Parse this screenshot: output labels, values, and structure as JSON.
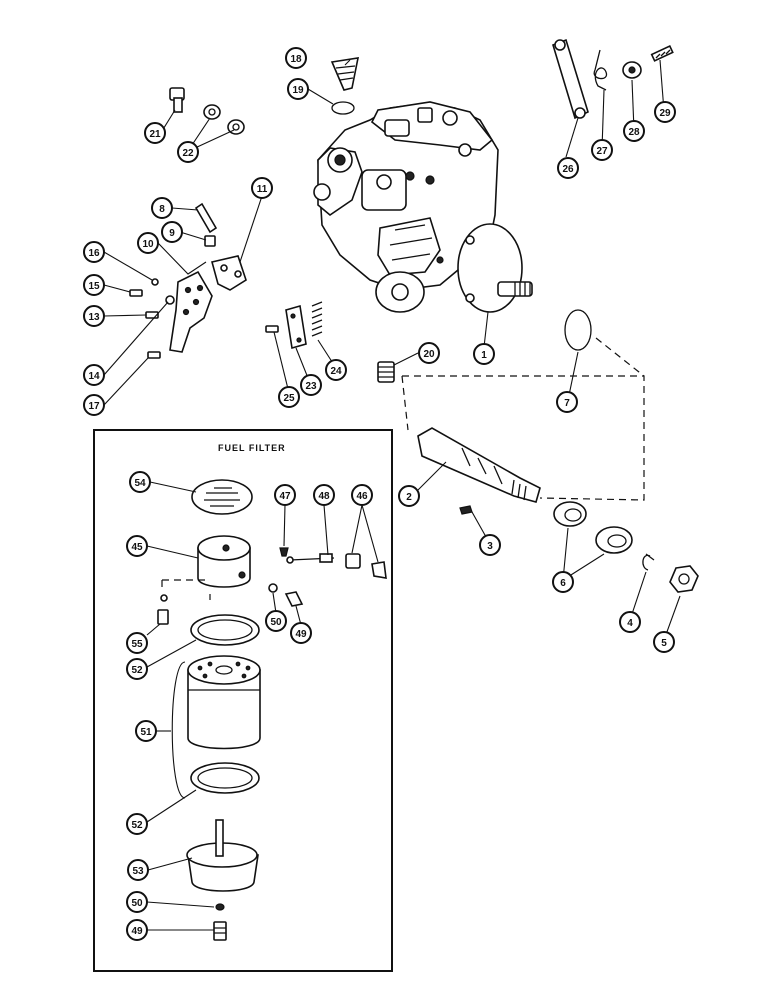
{
  "diagram": {
    "inset_title": "FUEL FILTER",
    "callouts": {
      "c1": "1",
      "c2": "2",
      "c3": "3",
      "c4": "4",
      "c5": "5",
      "c6": "6",
      "c7": "7",
      "c8": "8",
      "c9": "9",
      "c10": "10",
      "c11": "11",
      "c13": "13",
      "c14": "14",
      "c15": "15",
      "c16": "16",
      "c17": "17",
      "c18": "18",
      "c19": "19",
      "c20": "20",
      "c21": "21",
      "c22": "22",
      "c23": "23",
      "c24": "24",
      "c25": "25",
      "c26": "26",
      "c27": "27",
      "c28": "28",
      "c29": "29",
      "c45": "45",
      "c46": "46",
      "c47": "47",
      "c48": "48",
      "c49a": "49",
      "c49b": "49",
      "c50a": "50",
      "c50b": "50",
      "c51": "51",
      "c52a": "52",
      "c52b": "52",
      "c53": "53",
      "c54": "54",
      "c55": "55"
    }
  }
}
